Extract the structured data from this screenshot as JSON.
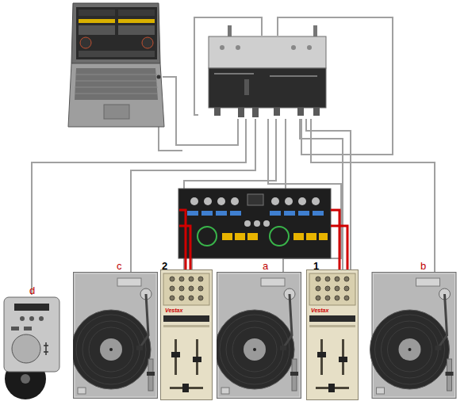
{
  "diagram": {
    "labels": [
      "c",
      "2",
      "a",
      "1",
      "b",
      "d",
      "Vestax",
      "Vestax"
    ]
  }
}
